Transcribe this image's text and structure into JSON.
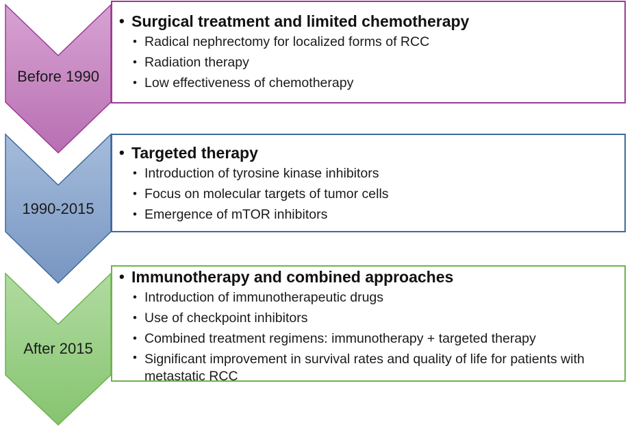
{
  "colors": {
    "era1_fill": "#cc8fc6",
    "era1_border": "#9b3a96",
    "era2_fill": "#8fa9cf",
    "era2_border": "#3e6a9c",
    "era3_fill": "#9fd18d",
    "era3_border": "#6db34e"
  },
  "eras": [
    {
      "label": "Before 1990",
      "heading": "Surgical treatment and limited chemotherapy",
      "points": [
        "Radical nephrectomy for localized forms of RCC",
        "Radiation therapy",
        "Low effectiveness of chemotherapy"
      ]
    },
    {
      "label": "1990-2015",
      "heading": "Targeted therapy",
      "points": [
        "Introduction of tyrosine kinase inhibitors",
        "Focus on molecular targets of tumor cells",
        "Emergence of mTOR inhibitors"
      ]
    },
    {
      "label": "After 2015",
      "heading": "Immunotherapy and combined approaches",
      "points": [
        "Introduction of immunotherapeutic drugs",
        "Use of checkpoint inhibitors",
        "Combined treatment regimens: immunotherapy + targeted therapy",
        "Significant improvement in survival rates and quality of life for patients with metastatic RCC"
      ]
    }
  ]
}
